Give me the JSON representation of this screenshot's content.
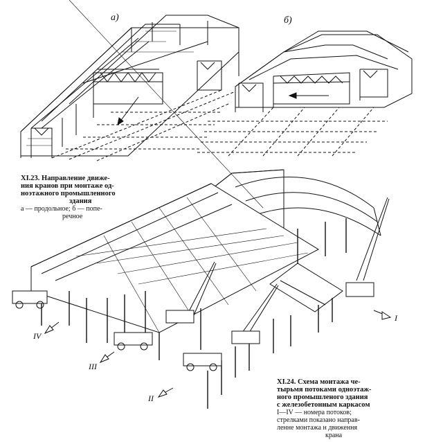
{
  "figure_a_label": "а)",
  "figure_b_label": "б)",
  "caption_1": {
    "heading_lines": [
      "XI.23. Направление движе-",
      "ния кранов при монтаже од-",
      "ноэтажного промышленного",
      "здания"
    ],
    "legend_lines": [
      "а — продольное;   б — попе-",
      "речное"
    ]
  },
  "caption_2": {
    "heading_lines": [
      "XI.24. Схема монтажа че-",
      "тырьмя потоками одноэтаж-",
      "ного промышленого здания",
      "с железобетонным каркасом"
    ],
    "legend_lines": [
      "I—IV — номера потоков;",
      "стрелками показано направ-",
      "ленне монтажа н движення",
      "крана"
    ]
  },
  "flow_labels": {
    "I": "I",
    "II": "II",
    "III": "III",
    "IV": "IV"
  }
}
